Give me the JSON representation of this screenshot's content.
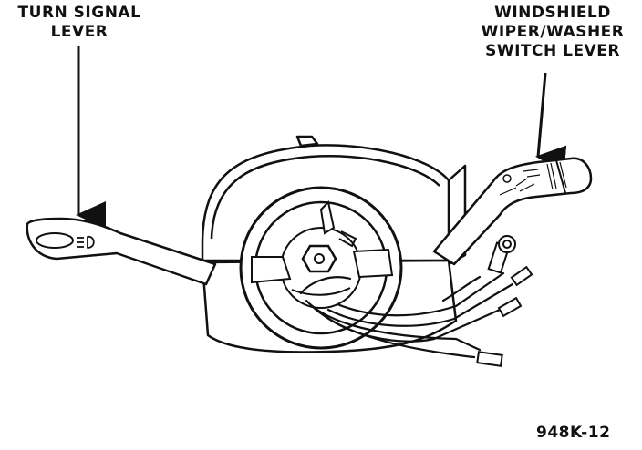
{
  "labels": {
    "turn_signal": [
      "TURN SIGNAL",
      "LEVER"
    ],
    "wiper": [
      "WINDSHIELD",
      "WIPER/WASHER",
      "SWITCH LEVER"
    ]
  },
  "figure_id": "948K-12"
}
